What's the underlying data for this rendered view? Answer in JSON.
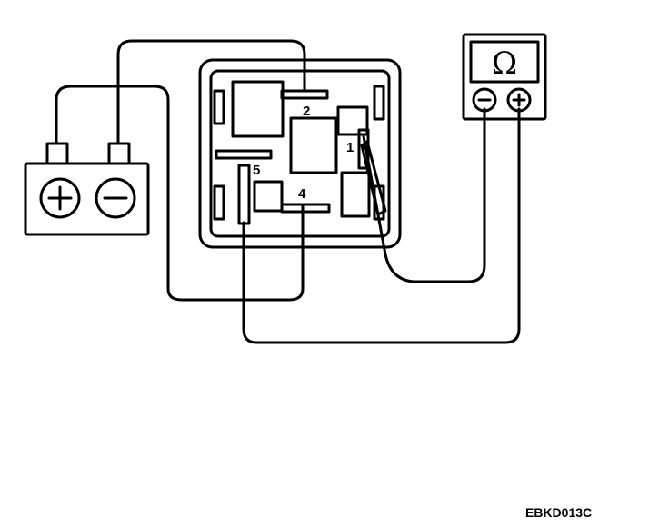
{
  "relay": {
    "terminals": [
      {
        "id": "terminal-1",
        "label": "1"
      },
      {
        "id": "terminal-2",
        "label": "2"
      },
      {
        "id": "terminal-4",
        "label": "4"
      },
      {
        "id": "terminal-5",
        "label": "5"
      }
    ]
  },
  "ohmmeter": {
    "symbol": "Ω",
    "negative_symbol": "−",
    "positive_symbol": "+"
  },
  "battery": {
    "positive_symbol": "+",
    "negative_symbol": "−"
  },
  "figure_code": "EBKD013C"
}
